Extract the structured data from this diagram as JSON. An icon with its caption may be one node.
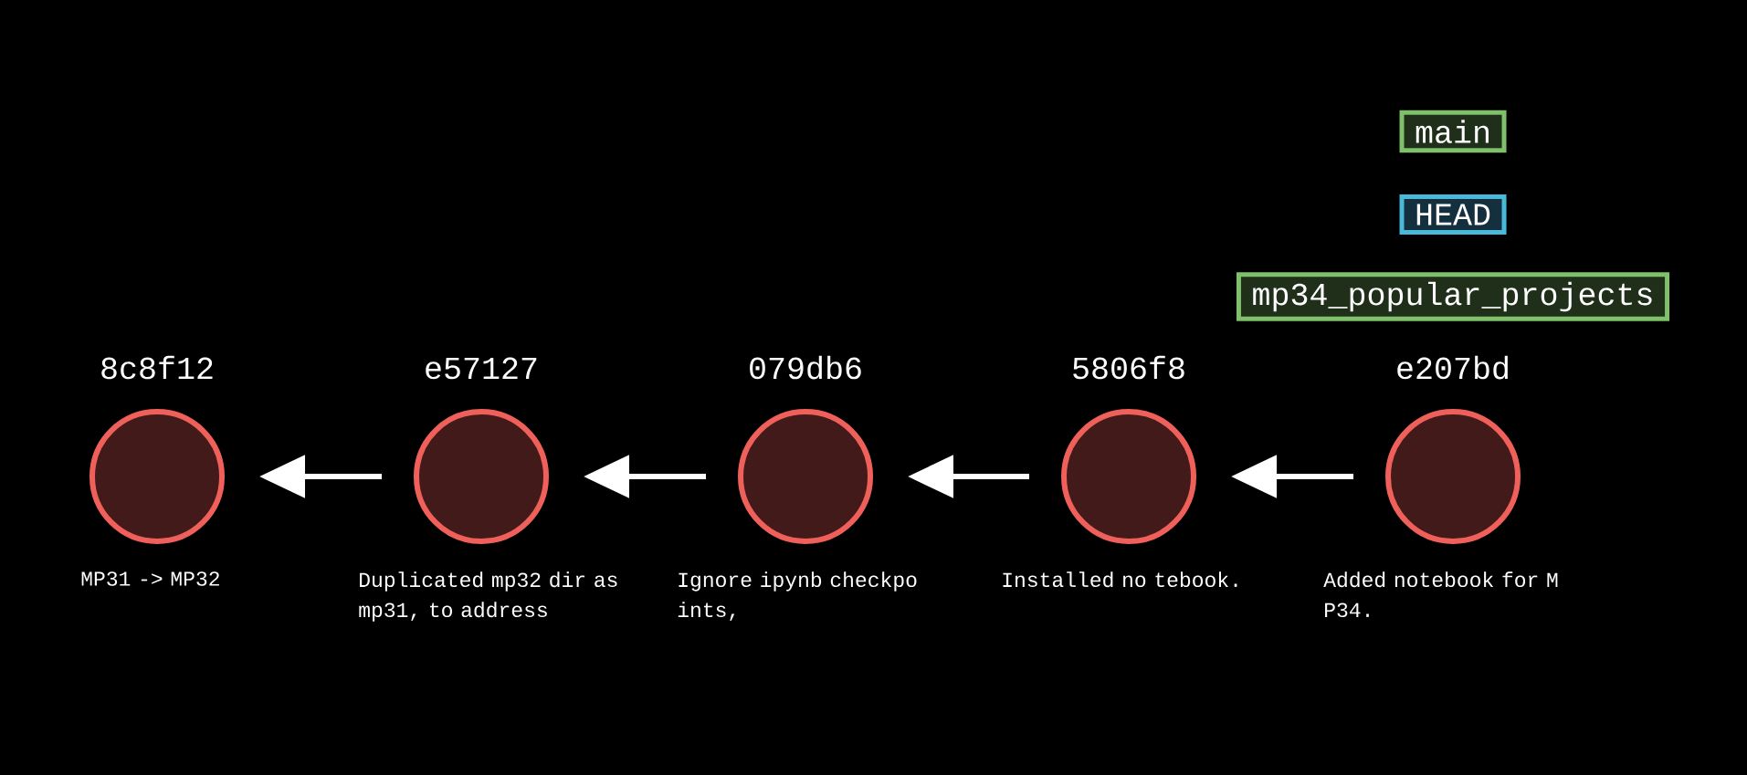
{
  "diagram": {
    "nodes": [
      {
        "text": [
          "8c8f12"
        ],
        "beside": [
          "MP31 -> MP32"
        ]
      },
      {
        "text": [
          "e57127"
        ],
        "beside": [
          "Duplicated mp32 dir as mp31, to address"
        ]
      },
      {
        "text": [
          "079db6"
        ],
        "beside": [
          "Ignore ipynb checkpo ints,"
        ]
      },
      {
        "text": [
          "5806f8"
        ],
        "beside": [
          "Installed no tebook."
        ]
      },
      {
        "text": [
          "e207bd"
        ],
        "beside": [
          "Added notebook for M P34."
        ]
      },
      {
        "text": [
          "main"
        ]
      },
      {
        "text": [
          "HEAD"
        ]
      },
      {
        "text": [
          "mp34_popular_projects"
        ]
      }
    ],
    "edges": [
      {
        "from": 1,
        "to": 0,
        "arrow": "to"
      },
      {
        "from": 2,
        "to": 1,
        "arrow": "to"
      },
      {
        "from": 3,
        "to": 2,
        "arrow": "to"
      },
      {
        "from": 4,
        "to": 3,
        "arrow": "to"
      }
    ]
  }
}
